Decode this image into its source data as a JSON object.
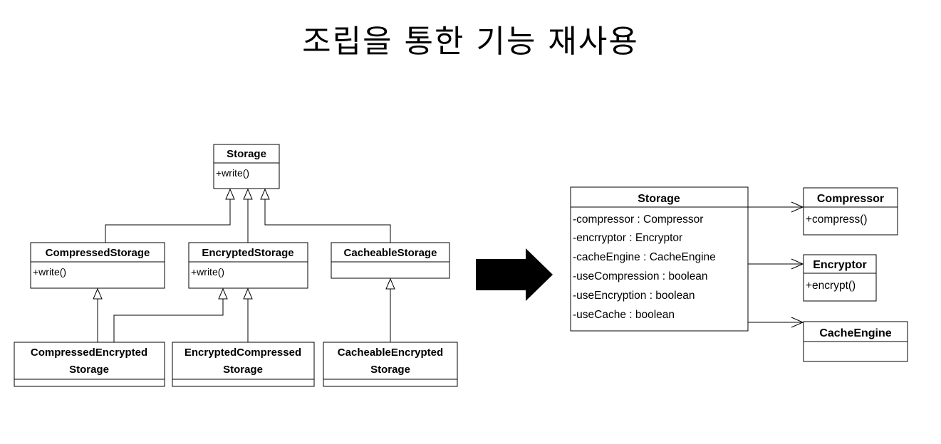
{
  "title": "조립을 통한 기능 재사용",
  "left_diagram": {
    "storage": {
      "name": "Storage",
      "methods": [
        "+write()"
      ]
    },
    "compressed_storage": {
      "name": "CompressedStorage",
      "methods": [
        "+write()"
      ]
    },
    "encrypted_storage": {
      "name": "EncryptedStorage",
      "methods": [
        "+write()"
      ]
    },
    "cacheable_storage": {
      "name": "CacheableStorage",
      "methods": []
    },
    "compressed_encrypted_storage": {
      "name_line1": "CompressedEncrypted",
      "name_line2": "Storage"
    },
    "encrypted_compressed_storage": {
      "name_line1": "EncryptedCompressed",
      "name_line2": "Storage"
    },
    "cacheable_encrypted_storage": {
      "name_line1": "CacheableEncrypted",
      "name_line2": "Storage"
    }
  },
  "right_diagram": {
    "storage": {
      "name": "Storage",
      "fields": [
        "-compressor : Compressor",
        "-encrryptor : Encryptor",
        "-cacheEngine : CacheEngine",
        "-useCompression : boolean",
        "-useEncryption : boolean",
        "-useCache : boolean"
      ]
    },
    "compressor": {
      "name": "Compressor",
      "methods": [
        "+compress()"
      ]
    },
    "encryptor": {
      "name": "Encryptor",
      "methods": [
        "+encrypt()"
      ]
    },
    "cache_engine": {
      "name": "CacheEngine",
      "methods": []
    }
  },
  "colors": {
    "line": "#000000",
    "arrow_fill": "#000000",
    "box_fill": "#ffffff"
  }
}
